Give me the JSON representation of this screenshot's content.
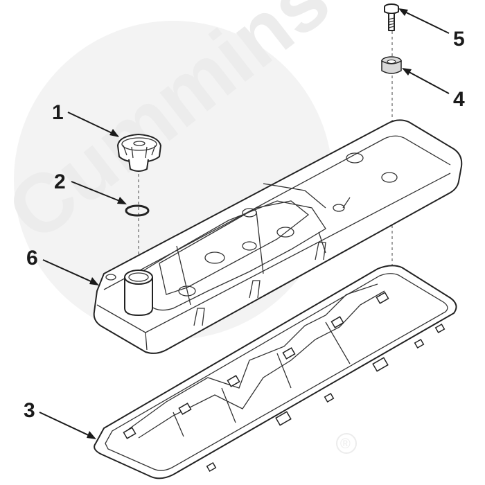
{
  "watermark": {
    "text": "Cummins",
    "registered_mark": "®"
  },
  "callouts": [
    {
      "number": "1",
      "part": "oil-fill-cap"
    },
    {
      "number": "2",
      "part": "o-ring"
    },
    {
      "number": "3",
      "part": "gasket"
    },
    {
      "number": "4",
      "part": "isolator"
    },
    {
      "number": "5",
      "part": "capscrew"
    },
    {
      "number": "6",
      "part": "valve-cover"
    }
  ],
  "colors": {
    "line": "#1a1a1a",
    "watermark": "#ececec",
    "shading": "#d9d9d9"
  }
}
